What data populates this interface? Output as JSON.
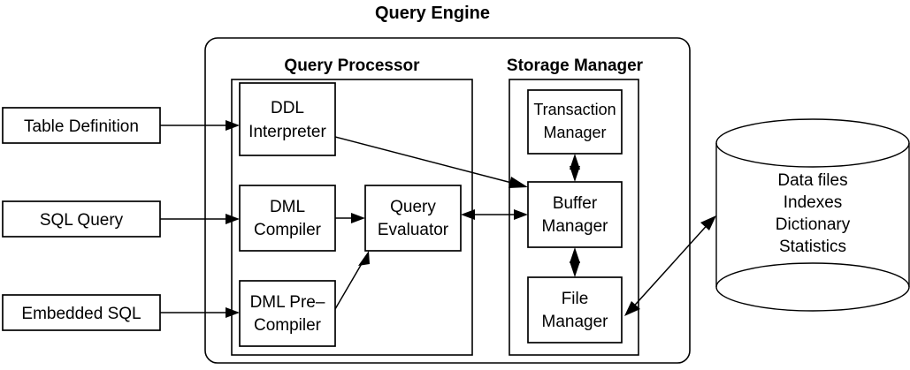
{
  "diagram": {
    "title": "Query Engine",
    "sections": {
      "query_processor": "Query Processor",
      "storage_manager": "Storage Manager"
    },
    "inputs": [
      {
        "label": "Table Definition"
      },
      {
        "label": "SQL Query"
      },
      {
        "label": "Embedded SQL"
      }
    ],
    "query_processor_nodes": [
      {
        "line1": "DDL",
        "line2": "Interpreter"
      },
      {
        "line1": "DML",
        "line2": "Compiler"
      },
      {
        "line1": "Query",
        "line2": "Evaluator"
      },
      {
        "line1": "DML Pre–",
        "line2": "Compiler"
      }
    ],
    "storage_manager_nodes": [
      {
        "line1": "Transaction",
        "line2": "Manager"
      },
      {
        "line1": "Buffer",
        "line2": "Manager"
      },
      {
        "line1": "File",
        "line2": "Manager"
      }
    ],
    "storage": {
      "lines": [
        "Data files",
        "Indexes",
        "Dictionary",
        "Statistics"
      ]
    },
    "colors": {
      "stroke": "#000000",
      "background": "#ffffff"
    }
  }
}
